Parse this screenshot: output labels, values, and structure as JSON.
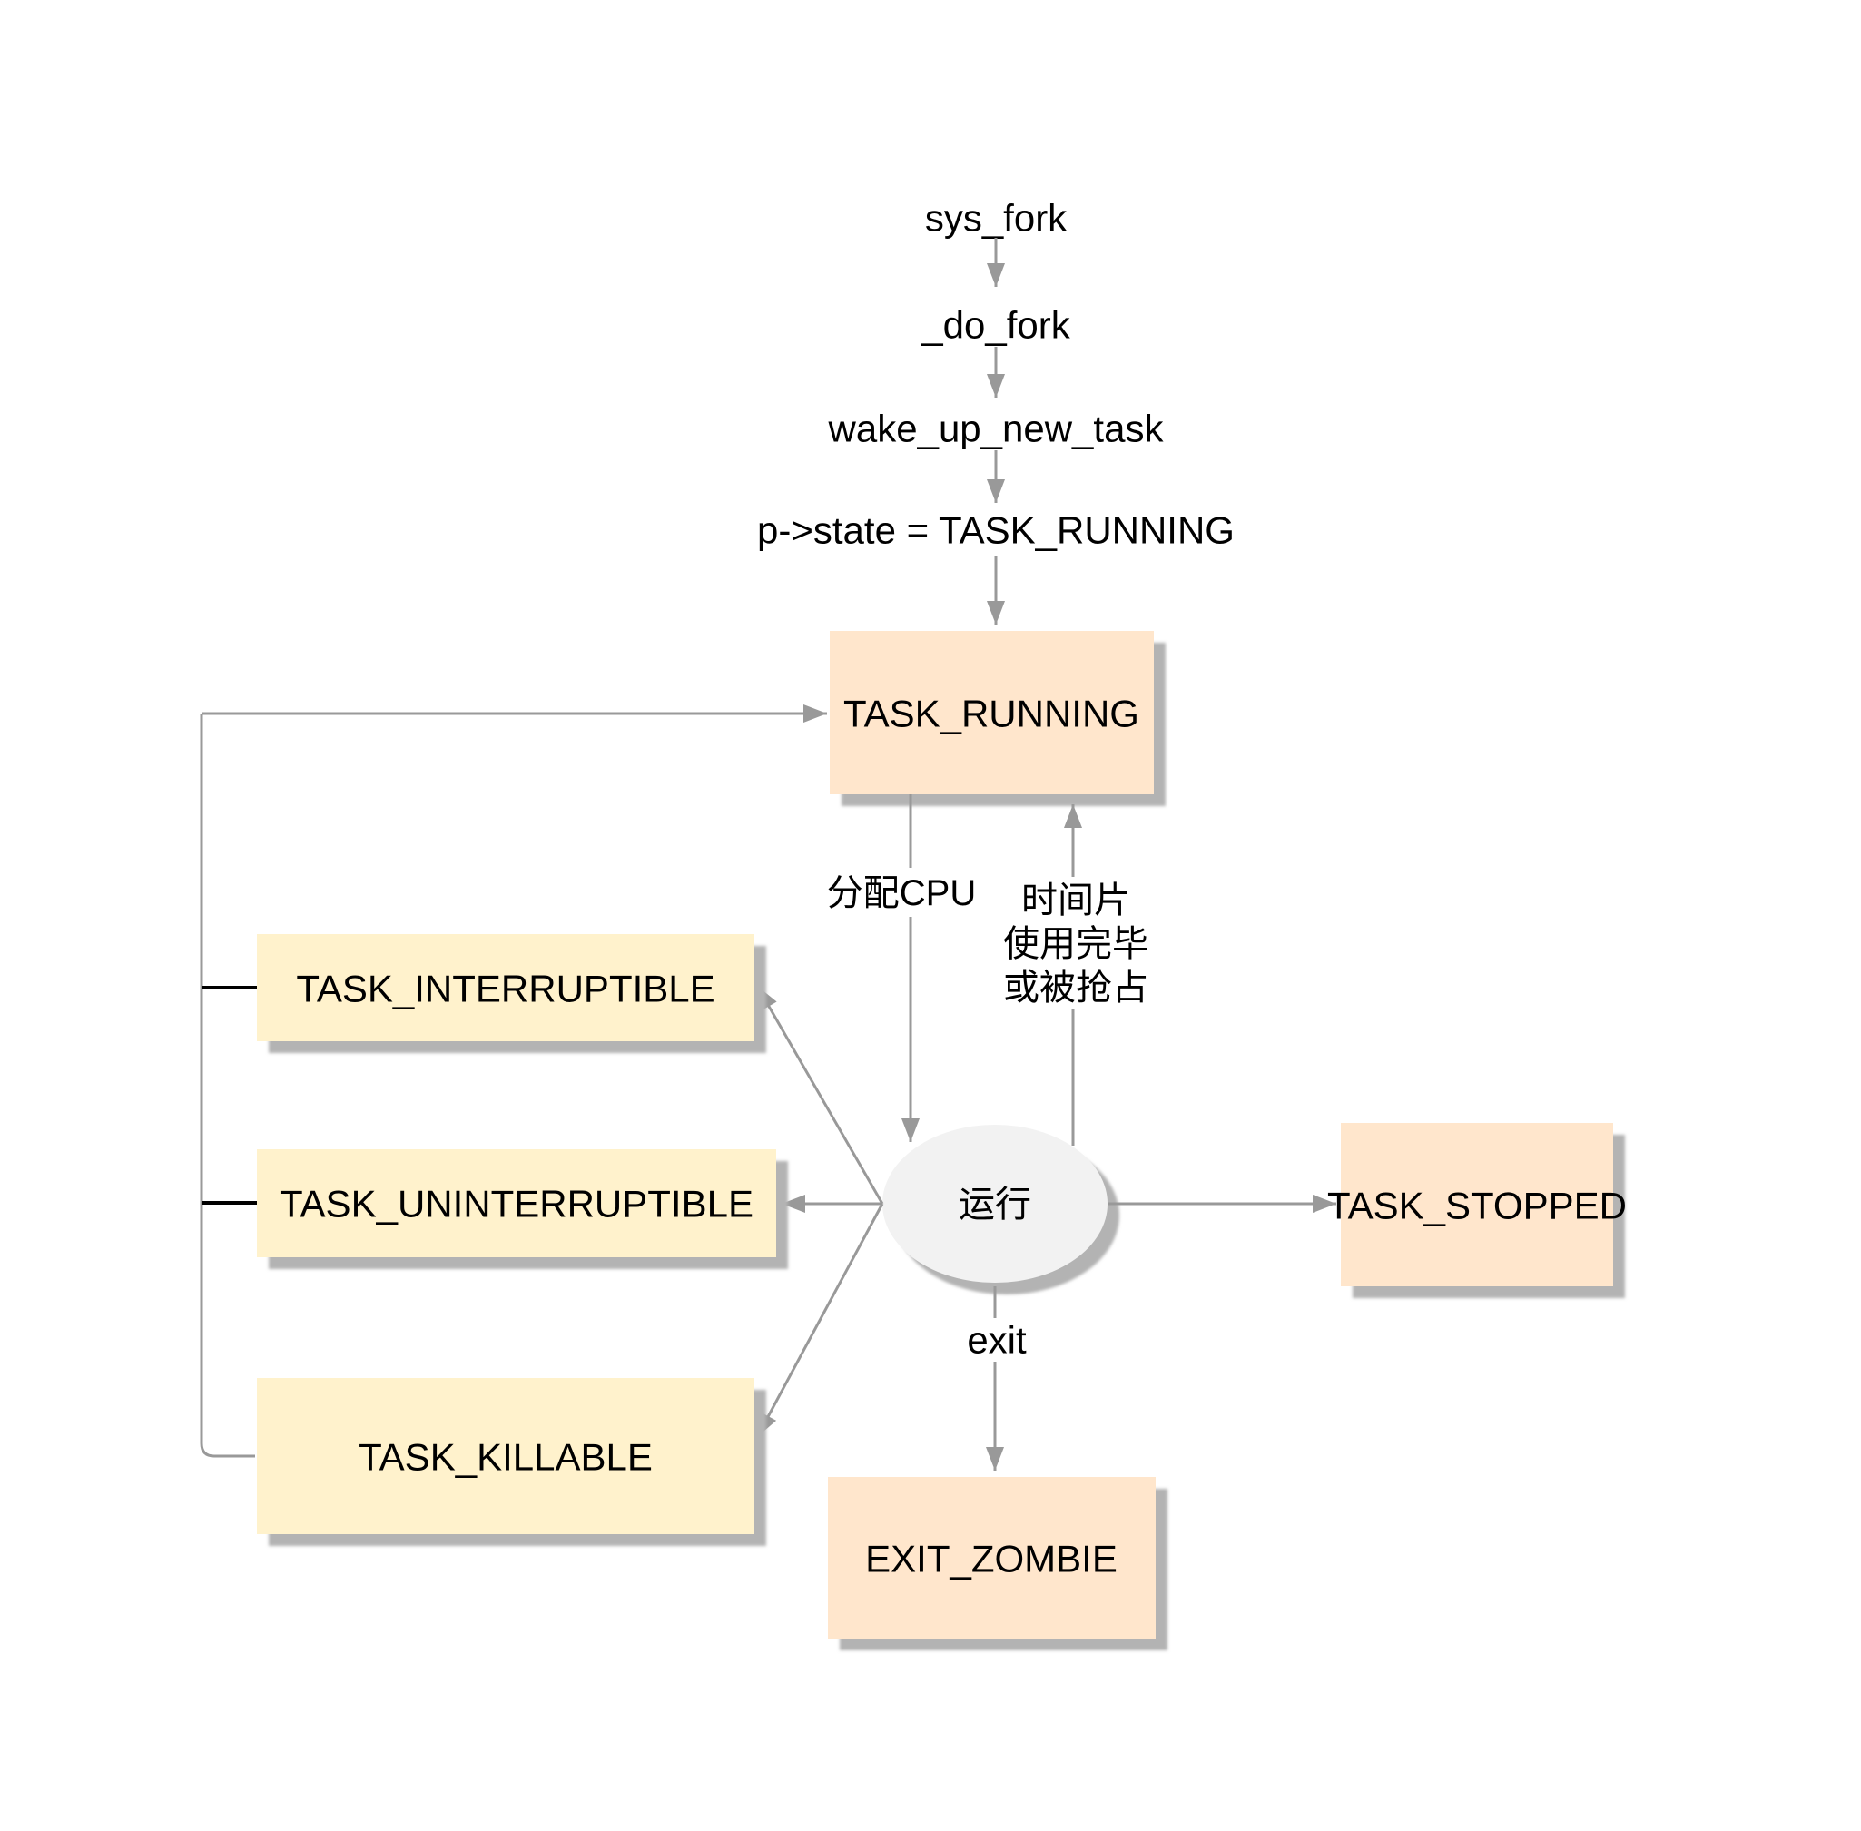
{
  "call_chain": {
    "sys_fork": "sys_fork",
    "do_fork": "_do_fork",
    "wake_up_new_task": "wake_up_new_task",
    "set_state": "p->state = TASK_RUNNING"
  },
  "states": {
    "task_running": "TASK_RUNNING",
    "task_interruptible": "TASK_INTERRUPTIBLE",
    "task_uninterruptible": "TASK_UNINTERRUPTIBLE",
    "task_killable": "TASK_KILLABLE",
    "task_stopped": "TASK_STOPPED",
    "exit_zombie": "EXIT_ZOMBIE",
    "running_ellipse": "运行"
  },
  "edge_labels": {
    "allocate_cpu": "分配CPU",
    "timeslice_line1": "时间片",
    "timeslice_line2": "使用完毕",
    "timeslice_line3": "或被抢占",
    "exit": "exit"
  },
  "colors": {
    "arrow_gray": "#999999",
    "connector_black": "#000000",
    "orange_fill": "#ffe6cc",
    "yellow_fill": "#fff2cc",
    "ellipse_fill": "#f2f2f2",
    "shadow_gray": "#b3b3b3",
    "text_black": "#000000",
    "background": "#ffffff"
  }
}
